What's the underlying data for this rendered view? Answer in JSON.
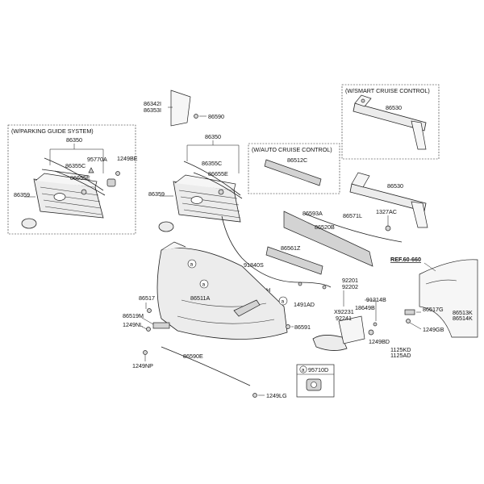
{
  "groups": {
    "parking": "(W/PARKING GUIDE SYSTEM)",
    "auto_cruise": "(W/AUTO CRUISE CONTROL)",
    "smart_cruise": "(W/SMART CRUISE CONTROL)"
  },
  "callout_letter": "a",
  "detail_part": "95710D",
  "labels": {
    "p_86350": "86350",
    "p_95770A": "95770A",
    "p_1249BE": "1249BE",
    "p_86355C": "86355C",
    "p_86655E": "86655E",
    "p_86359": "86359",
    "m_86342I": "86342I",
    "m_86353I": "86353I",
    "m_86590": "86590",
    "m_86350": "86350",
    "m_86355C": "86355C",
    "m_86655E": "86655E",
    "m_86359": "86359",
    "a_86512C": "86512C",
    "s_86530": "86530",
    "s2_86530": "86530",
    "l_86593A": "86593A",
    "l_86571L": "86571L",
    "l_86520B": "86520B",
    "l_1327AC": "1327AC",
    "l_86561Z": "86561Z",
    "l_91840S": "91840S",
    "l_86581H": "86581H",
    "ref": "REF.60-660",
    "f_86517": "86517",
    "f_86511A": "86511A",
    "f_86519M": "86519M",
    "f_1249NL": "1249NL",
    "f_1249NP": "1249NP",
    "f_86590E": "86590E",
    "f_1249LG": "1249LG",
    "f_1491AD": "1491AD",
    "f_86591": "86591",
    "g_92201": "92201",
    "g_92202": "92202",
    "g_91214B": "91214B",
    "g_X92231": "X92231",
    "g_18649B": "18649B",
    "g_92241": "92241",
    "g_1249BD": "1249BD",
    "g_1125KD": "1125KD",
    "g_1125AD": "1125AD",
    "r_86517G": "86517G",
    "r_86513K": "86513K",
    "r_86514K": "86514K",
    "r_1249GB": "1249GB"
  }
}
